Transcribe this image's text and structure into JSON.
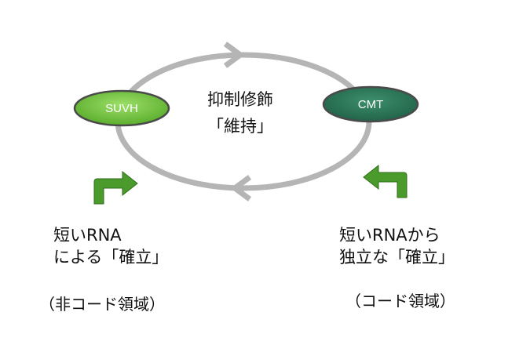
{
  "cycle": {
    "center_line1": "抑制修飾",
    "center_line2": "「維持」",
    "left_node": "SUVH",
    "right_node": "CMT"
  },
  "left": {
    "line1": "短いRNA",
    "line2": "による「確立」",
    "note": "（非コード領域）"
  },
  "right": {
    "line1": "短いRNAから",
    "line2": "独立な「確立」",
    "note": "（コード領域）"
  },
  "colors": {
    "ring": "#b5b5b5",
    "light_green": "#6fc33a",
    "dark_teal": "#2d7a5c",
    "arrow_green": "#4a9a2c"
  }
}
